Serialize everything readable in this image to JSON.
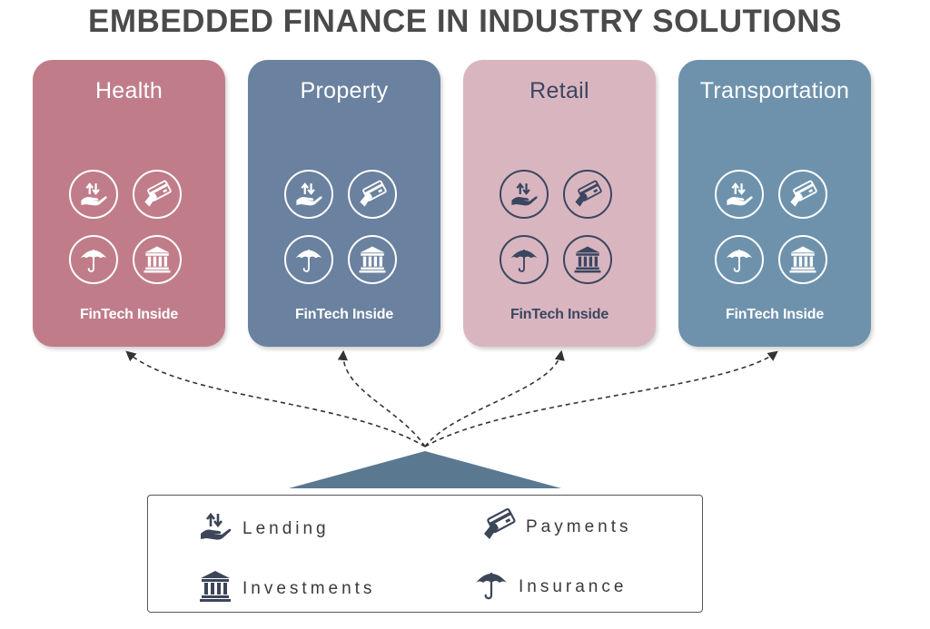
{
  "title": "EMBEDDED FINANCE IN INDUSTRY SOLUTIONS",
  "cards": [
    {
      "name": "Health",
      "footer": "FinTech Inside",
      "bg": "#c07d89",
      "text": "#ffffff",
      "icon": "#ffffff"
    },
    {
      "name": "Property",
      "footer": "FinTech Inside",
      "bg": "#6a819f",
      "text": "#ffffff",
      "icon": "#ffffff"
    },
    {
      "name": "Retail",
      "footer": "FinTech Inside",
      "bg": "#d9b6bf",
      "text": "#3b4660",
      "icon": "#3b4660"
    },
    {
      "name": "Transportation",
      "footer": "FinTech Inside",
      "bg": "#6e92ac",
      "text": "#ffffff",
      "icon": "#ffffff"
    }
  ],
  "card_icons": [
    "lending-icon",
    "payments-icon",
    "insurance-icon",
    "investments-icon"
  ],
  "legend": {
    "lending": "Lending",
    "payments": "Payments",
    "investments": "Investments",
    "insurance": "Insurance"
  },
  "colors": {
    "title": "#4a4a4a",
    "hub": "#5b7891",
    "legend_icon": "#3d4658"
  }
}
